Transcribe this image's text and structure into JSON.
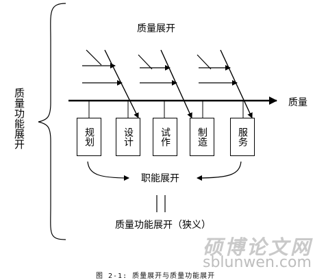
{
  "side_label": "质量功能展开",
  "top_label": "质量展开",
  "axis_label": "质量",
  "functions": [
    "规划",
    "设计",
    "试作",
    "制造",
    "服务"
  ],
  "function_expansion_label": "职能展开",
  "narrow_label": "质量功能展开（狭义）",
  "watermark_text": "硕博论文网",
  "watermark_url": "sblunwen.com",
  "caption": "图 2-1: 质量展开与质量功能展开"
}
